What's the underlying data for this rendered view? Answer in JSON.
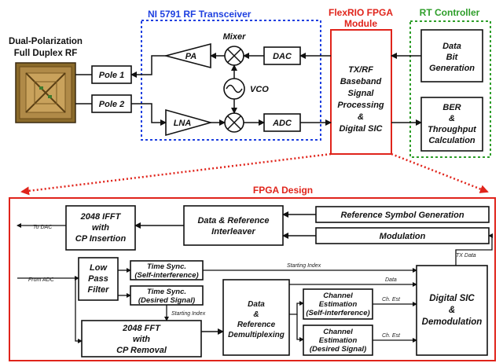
{
  "antenna": {
    "title_line1": "Dual-Polarization",
    "title_line2": "Full Duplex RF"
  },
  "ni": {
    "title": "NI 5791 RF Transceiver",
    "pole1": "Pole 1",
    "pole2": "Pole 2",
    "pa": "PA",
    "lna": "LNA",
    "mixer": "Mixer",
    "vco": "VCO",
    "dac": "DAC",
    "adc": "ADC"
  },
  "flexrio": {
    "title_line1": "FlexRIO FPGA",
    "title_line2": "Module",
    "block": [
      "TX/RF",
      "Baseband",
      "Signal",
      "Processing",
      "&",
      "Digital SIC"
    ]
  },
  "rt": {
    "title": "RT Controller",
    "data_bit": [
      "Data",
      "Bit",
      "Generation"
    ],
    "ber": [
      "BER",
      "&",
      "Throughput",
      "Calculation"
    ]
  },
  "fpga": {
    "title": "FPGA Design",
    "ifft": [
      "2048 IFFT",
      "with",
      "CP Insertion"
    ],
    "interleaver": [
      "Data & Reference",
      "Interleaver"
    ],
    "ref_gen": "Reference Symbol Generation",
    "modulation": "Modulation",
    "lpf": [
      "Low",
      "Pass",
      "Filter"
    ],
    "ts_self": [
      "Time Sync.",
      "(Self-interference)"
    ],
    "ts_desired": [
      "Time Sync.",
      "(Desired Signal)"
    ],
    "fft": [
      "2048 FFT",
      "with",
      "CP Removal"
    ],
    "demux": [
      "Data",
      "&",
      "Reference",
      "Demultiplexing"
    ],
    "ce_self": [
      "Channel",
      "Estimation",
      "(Self-interference)"
    ],
    "ce_desired": [
      "Channel",
      "Estimation",
      "(Desired Signal)"
    ],
    "sic": [
      "Digital SIC",
      "&",
      "Demodulation"
    ],
    "labels": {
      "to_dac": "To DAC",
      "from_adc": "From ADC",
      "tx_data": "TX Data",
      "starting_index_1": "Starting Index",
      "starting_index_2": "Starting Index",
      "data": "Data",
      "ch_est_1": "Ch. Est",
      "ch_est_2": "Ch. Est"
    }
  },
  "colors": {
    "ni_border": "#1d3fe0",
    "flexrio_border": "#e0241b",
    "rt_border": "#2e9e2a",
    "fpga_border": "#e0241b"
  }
}
